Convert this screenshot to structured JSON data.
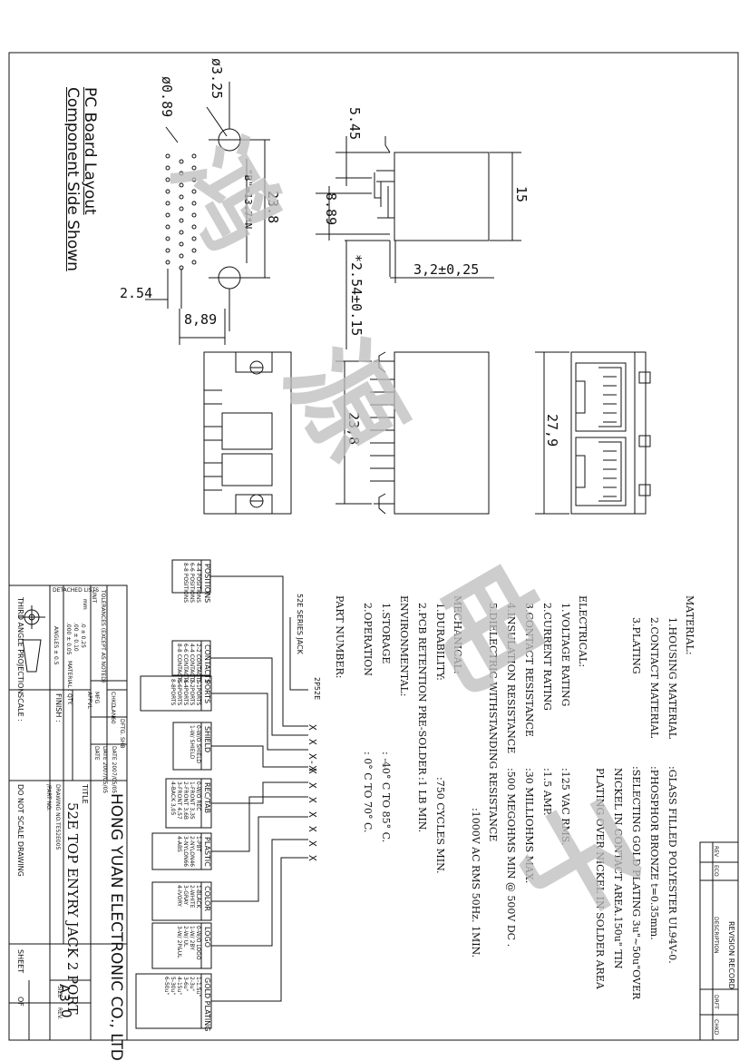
{
  "pcb": {
    "title": "PC Board Layout",
    "subtitle": "Component Side Shown",
    "dia_large": "ø3.25",
    "dia_small": "ø0.89",
    "dim_b": "\"B\"=13.7*N",
    "dim_238": "23.8",
    "dim_254": "2.54",
    "dim_889": "8,89"
  },
  "side_view": {
    "dim_545": "5.45",
    "dim_889": "8.89",
    "dim_15": "15",
    "dim_32": "3,2±0,25",
    "dim_254": "*2.54±0.15"
  },
  "bottom_view": {
    "dim_238": "23,8"
  },
  "front_view": {
    "dim_279": "27,9"
  },
  "revision": {
    "title": "REVISION RECORD",
    "headers": [
      "REV",
      "ECO",
      "DESCRIPTION",
      "DRFT",
      "CHKD"
    ]
  },
  "specs": {
    "material_title": "MATERIAL:",
    "material": [
      {
        "label": "1.HOUSING MATERIAL",
        "value": ":GLASS FILLED POLYESTER UL94V-0."
      },
      {
        "label": "2.CONTACT MATERIAL",
        "value": ":PHOSPHOR BRONZE t=0.35mm."
      },
      {
        "label": "3.PLATING",
        "value": ":SELECTING GOLD PLATING 3u\"~50u\"OVER"
      }
    ],
    "plating_cont": [
      "NICKEL IN CONTACT AREA.150u\" TIN",
      "PLATING OVER NICKEL IN SOLDER AREA"
    ],
    "electrical_title": "ELECTRICAL:",
    "electrical": [
      {
        "label": "1.VOLTAGE RATING",
        "value": ":125 VAC RMS."
      },
      {
        "label": "2.CURRENT RATING",
        "value": ":1.5 AMP."
      },
      {
        "label": "3.CONTACT RESISTANCE",
        "value": ":30 MILLIOHMS MAX."
      },
      {
        "label": "4.INSULATION RESISTANCE",
        "value": ":500 MEGOHMS MIN @ 500V DC ."
      },
      {
        "label": "5.DIELECTRIC WITHSTANDING RESISTANCE",
        "value": ""
      }
    ],
    "dielectric_value": ":1000V AC RMS 50Hz. 1MIN.",
    "mechanical_title": "MECHANICAL:",
    "mechanical": [
      {
        "label": "1.DURABILITY:",
        "value": ":750 CYCLES MIN."
      },
      {
        "label": "2.PCB RETENTION PRE-SOLDER",
        "value": ":1 LB MIN."
      }
    ],
    "environmental_title": "ENVIRONMENTAL:",
    "environmental": [
      {
        "label": "1.STORAGE",
        "value": ": -40° C TO 85° C."
      },
      {
        "label": "2.OPERATION",
        "value": ": 0° C TO 70° C."
      }
    ],
    "part_number_title": "PART NUMBER:"
  },
  "part_number": {
    "series_label": "52E SERIES JACK",
    "prefix": "2P52E",
    "codes": [
      "X",
      "X",
      "X-X",
      "X",
      "X",
      "X",
      "X",
      "X",
      "X",
      "X"
    ],
    "groups": [
      {
        "title": "POSITIONS",
        "items": [
          "4-4 POSITIONS",
          "6-6 POSITIONS",
          "8-8 POSITIONS"
        ]
      },
      {
        "title": "CONTACTS",
        "items": [
          "2-2 CONTACTS",
          "4-4 CONTACTS",
          "6-6 CONTACTS",
          "8-8 CONTACTS"
        ]
      },
      {
        "title": "PORTS",
        "items": [
          "1-1PORTS",
          "2-2PORTS",
          "4-4PORTS",
          "6-6PORTS",
          "8-8PORTS"
        ]
      },
      {
        "title": "SHIELD",
        "items": [
          "0-W/O SHIELD",
          "1-W/ SHIELD"
        ]
      },
      {
        "title": "REC/TAB",
        "items": [
          "0-W/O REC",
          "1-FRONT 3,35",
          "2-FRONT 3,6B",
          "3-FRONT 4,57",
          "4-BACK 3,05"
        ]
      },
      {
        "title": "PLASTIC",
        "items": [
          "1-PBT",
          "2-NYLON46",
          "3-NYLON66",
          "4-ABS"
        ]
      },
      {
        "title": "COLOR",
        "items": [
          "1-BLACK",
          "2-WHITE",
          "3-GRAY",
          "4-IVORY"
        ]
      },
      {
        "title": "LOGO",
        "items": [
          "0-W/O LOGO",
          "1-W/ 2BY",
          "2-W/ UL",
          "3-W/ 2P&UL"
        ]
      },
      {
        "title": "GOLD PLATING",
        "items": [
          "1-1.5u\"",
          "2-3u\"",
          "3-6u\"",
          "4-15u\"",
          "5-30u\"",
          "6-50u\""
        ]
      }
    ]
  },
  "title_block": {
    "company": "HONG YUAN ELECTRONIC CO., LTD",
    "title_label": "TITLE",
    "title": "52E TOP ENYRY JACK 2 PORT",
    "drawing_no_label": "DRAWING NO.",
    "drawing_no": "TE52E005",
    "part_no_label": "/PART NO.",
    "no_scale": "DO NOT SCALE DRAWING",
    "sheet_label": "SHEET",
    "of_label": "OF",
    "size_label": "SIZE",
    "size": "A3",
    "rev_label": "REV.",
    "rev": "0",
    "qty_label": "QTY.",
    "material_label": "MATERIAL :",
    "finish_label": "FINISH :",
    "scale_label": "SCALE :",
    "projection_label": "THIRD ANGLE PROJECTION",
    "detached_lists": "DETACHED LISTS",
    "tolerances": "TOLERANCES (EXCEPT AS NOTED)",
    "unit": "UNIT",
    "unit_value": "mm",
    "tol_rows": [
      ".0 ± 0.25",
      ".00 ± 0.10",
      ".000 ± 0.05",
      "ANGLES ± 0.5"
    ],
    "dftg_label": "DFTG.",
    "dftg_name": "SHB",
    "dftg_date": "DATE 2007/05/05",
    "chkd_label": "CHKD.",
    "chkd_name": "LAN60",
    "chkd_date": "DATE 2007/05/05",
    "mfg_label": "MFG",
    "appvl_label": "APPVL",
    "date_label": "DATE"
  },
  "watermark": {
    "text": [
      "鸿",
      "源",
      "电",
      "子"
    ]
  }
}
